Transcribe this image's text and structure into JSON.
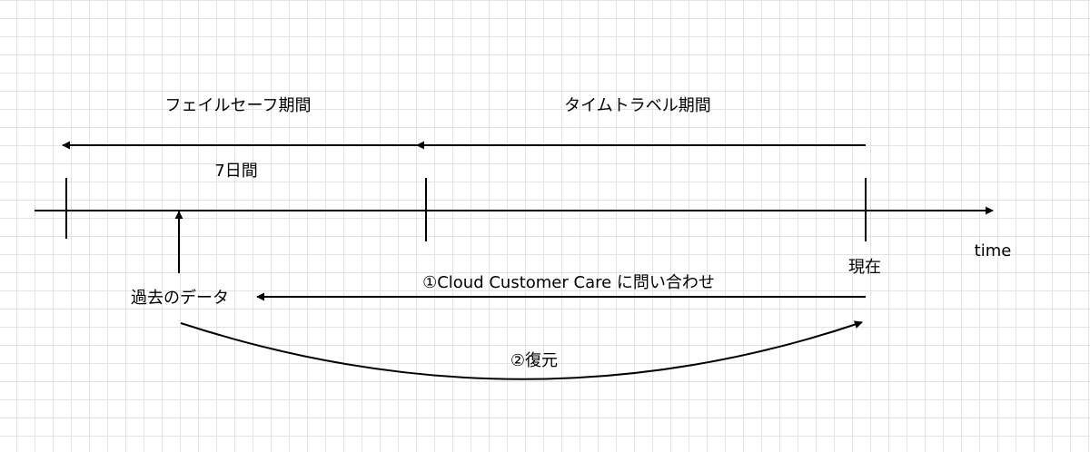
{
  "labels": {
    "failsafe_period": "フェイルセーフ期間",
    "time_travel_period": "タイムトラベル期間",
    "seven_days": "7日間",
    "time_axis": "time",
    "now": "現在",
    "past_data": "過去のデータ",
    "contact_support": "①Cloud Customer Care に問い合わせ",
    "restore": "②復元"
  },
  "colors": {
    "ink": "#000000",
    "grid": "#e3e3e3",
    "background": "#ffffff"
  }
}
